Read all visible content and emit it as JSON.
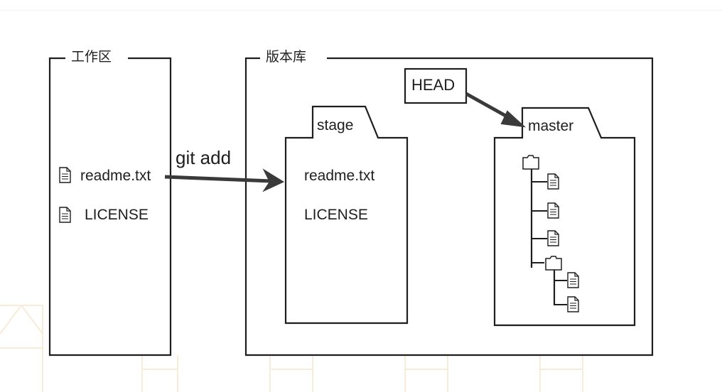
{
  "workspace": {
    "title": "工作区",
    "files": [
      "readme.txt",
      "LICENSE"
    ]
  },
  "repository": {
    "title": "版本库",
    "stage": {
      "tab_label": "stage",
      "files": [
        "readme.txt",
        "LICENSE"
      ]
    },
    "master": {
      "tab_label": "master"
    },
    "head_label": "HEAD"
  },
  "command": {
    "label": "git add"
  },
  "colors": {
    "line": "#1e1e1e",
    "arrow": "#3a3a3a",
    "background": "#ffffff",
    "watermark": "#f6ecd8"
  },
  "icons": {
    "file": "file-icon",
    "folder": "folder-icon"
  }
}
